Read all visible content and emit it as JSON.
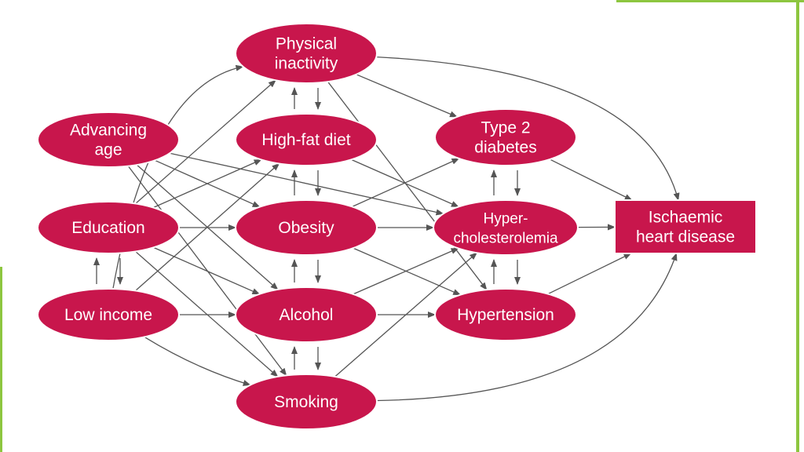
{
  "colors": {
    "node_fill": "#c8164c",
    "node_stroke": "#ffffff",
    "edge": "#555555",
    "accent": "#8dc63f"
  },
  "nodes": {
    "physical_inactivity": [
      "Physical",
      "inactivity"
    ],
    "high_fat_diet": [
      "High-fat diet"
    ],
    "obesity": [
      "Obesity"
    ],
    "alcohol": [
      "Alcohol"
    ],
    "smoking": [
      "Smoking"
    ],
    "advancing_age": [
      "Advancing",
      "age"
    ],
    "education": [
      "Education"
    ],
    "low_income": [
      "Low income"
    ],
    "type2_diabetes": [
      "Type 2",
      "diabetes"
    ],
    "hypercholesterolemia": [
      "Hyper-",
      "cholesterolemia"
    ],
    "hypertension": [
      "Hypertension"
    ],
    "ischaemic_heart_disease": [
      "Ischaemic",
      "heart disease"
    ]
  },
  "edges": [
    [
      "advancing_age",
      "obesity"
    ],
    [
      "advancing_age",
      "alcohol"
    ],
    [
      "advancing_age",
      "smoking"
    ],
    [
      "advancing_age",
      "hypercholesterolemia"
    ],
    [
      "education",
      "physical_inactivity"
    ],
    [
      "education",
      "high_fat_diet"
    ],
    [
      "education",
      "obesity"
    ],
    [
      "education",
      "alcohol"
    ],
    [
      "education",
      "smoking"
    ],
    [
      "low_income",
      "physical_inactivity"
    ],
    [
      "low_income",
      "high_fat_diet"
    ],
    [
      "low_income",
      "alcohol"
    ],
    [
      "low_income",
      "smoking"
    ],
    [
      "physical_inactivity",
      "type2_diabetes"
    ],
    [
      "physical_inactivity",
      "hypertension"
    ],
    [
      "physical_inactivity",
      "ischaemic_heart_disease"
    ],
    [
      "high_fat_diet",
      "hypercholesterolemia"
    ],
    [
      "obesity",
      "type2_diabetes"
    ],
    [
      "obesity",
      "hypercholesterolemia"
    ],
    [
      "obesity",
      "hypertension"
    ],
    [
      "alcohol",
      "hypercholesterolemia"
    ],
    [
      "alcohol",
      "hypertension"
    ],
    [
      "smoking",
      "hypercholesterolemia"
    ],
    [
      "smoking",
      "ischaemic_heart_disease"
    ],
    [
      "type2_diabetes",
      "ischaemic_heart_disease"
    ],
    [
      "hypercholesterolemia",
      "ischaemic_heart_disease"
    ],
    [
      "hypertension",
      "ischaemic_heart_disease"
    ]
  ],
  "bidirectional": [
    [
      "physical_inactivity",
      "high_fat_diet"
    ],
    [
      "high_fat_diet",
      "obesity"
    ],
    [
      "obesity",
      "alcohol"
    ],
    [
      "alcohol",
      "smoking"
    ],
    [
      "education",
      "low_income"
    ],
    [
      "type2_diabetes",
      "hypercholesterolemia"
    ],
    [
      "hypercholesterolemia",
      "hypertension"
    ]
  ]
}
